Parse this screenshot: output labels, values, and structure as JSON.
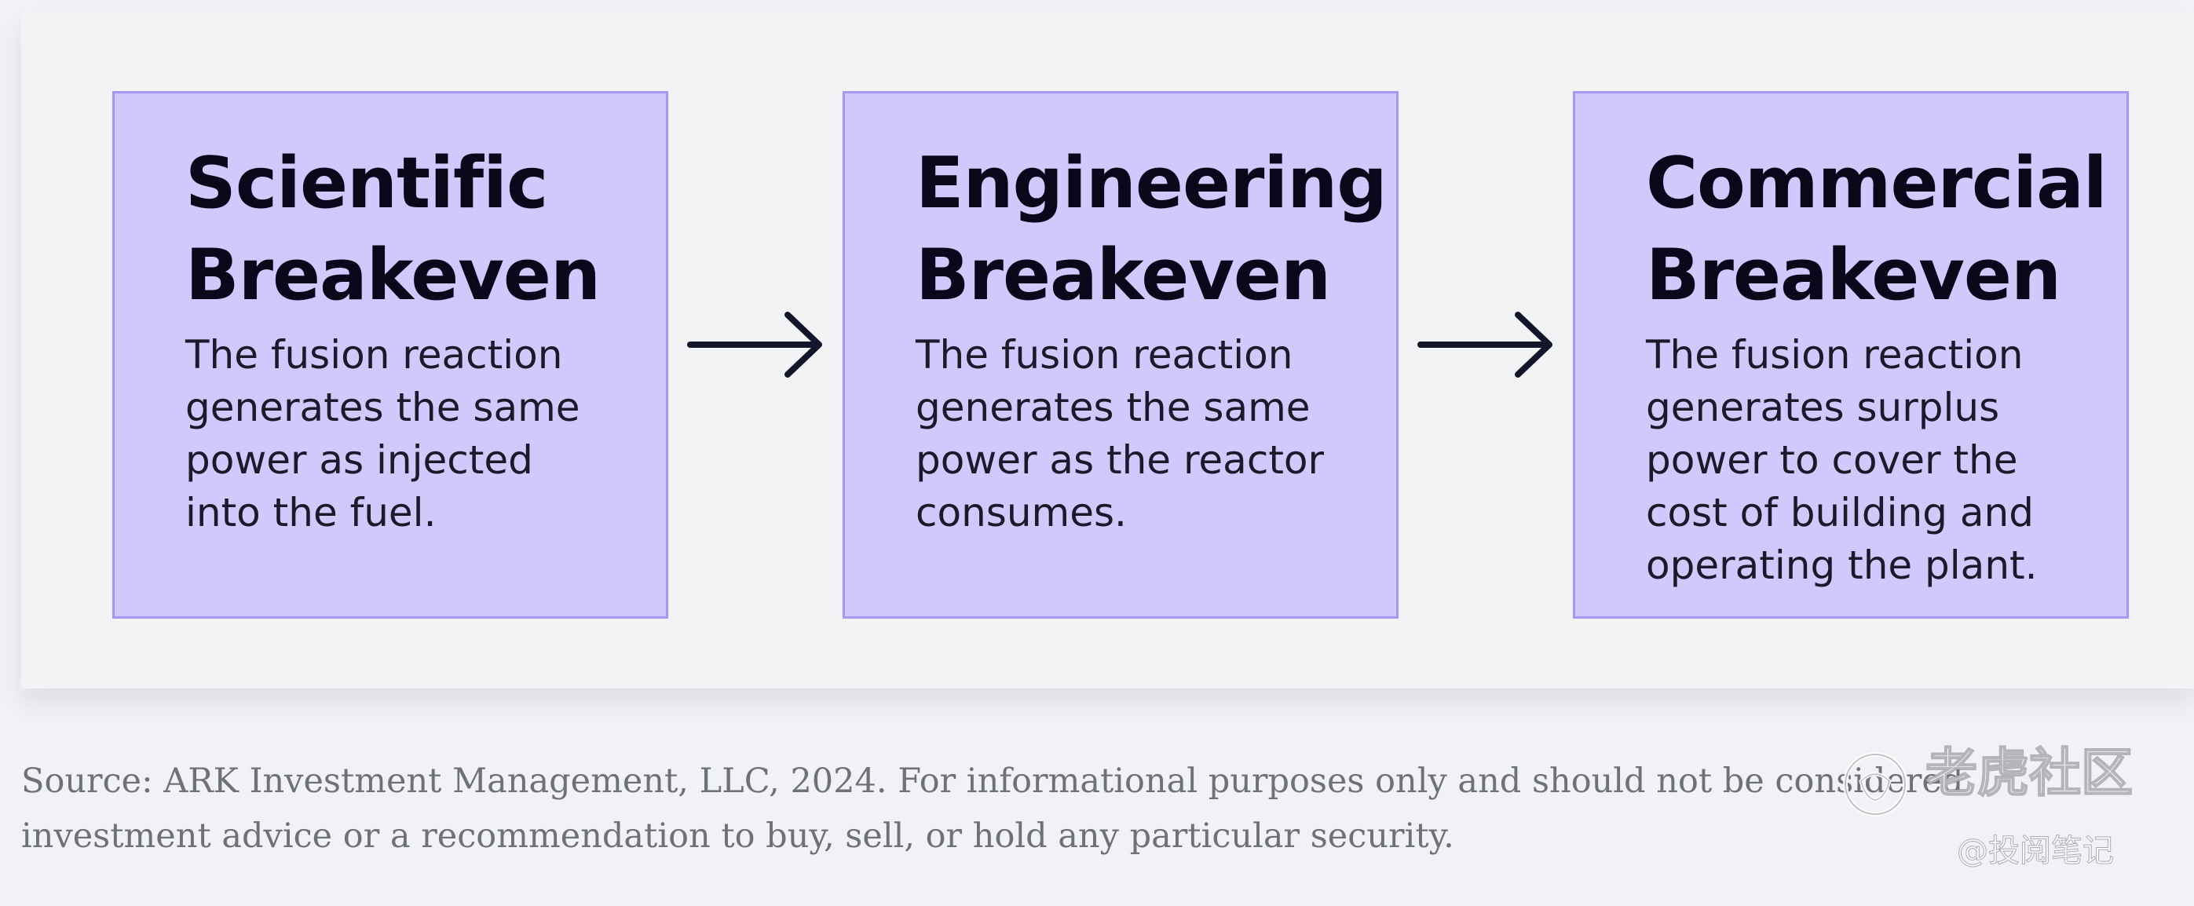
{
  "stages": [
    {
      "title_lines": [
        "Scientific",
        "Breakeven"
      ],
      "description_lines": [
        "The fusion reaction",
        "generates the same",
        "power as injected",
        "into the fuel."
      ]
    },
    {
      "title_lines": [
        "Engineering",
        "Breakeven"
      ],
      "description_lines": [
        "The fusion reaction",
        "generates the same",
        "power as the reactor",
        "consumes."
      ]
    },
    {
      "title_lines": [
        "Commercial",
        "Breakeven"
      ],
      "description_lines": [
        "The fusion reaction",
        "generates surplus",
        "power to cover the",
        "cost of building and",
        "operating the plant."
      ]
    }
  ],
  "source_lines": [
    "Source: ARK Investment Management, LLC, 2024. For informational purposes only and should not be considered",
    "investment advice or a recommendation to buy, sell, or hold any particular security."
  ],
  "watermark": {
    "name": "老虎社区",
    "handle": "@投阅笔记"
  },
  "colors": {
    "box_fill": "#d1c8fb",
    "box_border": "#a995f5",
    "arrow": "#14142b",
    "title_text": "#08081a",
    "source_text": "#6f7178"
  },
  "icons": [
    "arrow-right-icon",
    "tiger-logo-icon"
  ]
}
